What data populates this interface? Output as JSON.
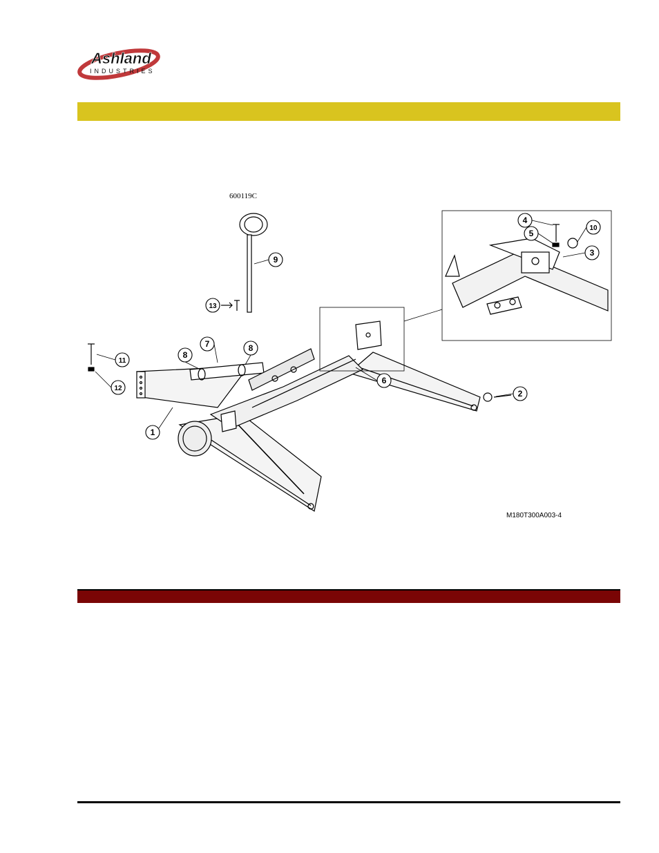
{
  "header": {
    "logo_top": "Ashland",
    "logo_bottom": "INDUSTRIES",
    "brand_colors": {
      "logo_red": "#c0393b",
      "logo_black": "#111111",
      "accent_yellow": "#d9c41f",
      "accent_red": "#7a0505"
    }
  },
  "diagram": {
    "part_code": "600119C",
    "drawing_number": "M180T300A003-4",
    "callouts": [
      "1",
      "2",
      "3",
      "4",
      "5",
      "6",
      "7",
      "8",
      "8",
      "9",
      "10",
      "11",
      "12",
      "13"
    ]
  }
}
